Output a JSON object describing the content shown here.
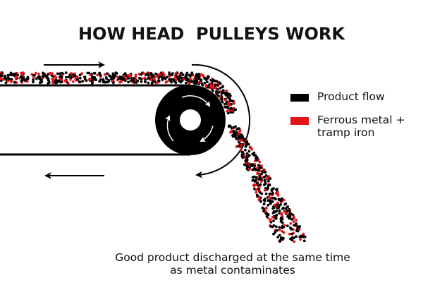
{
  "title": "HOW HEAD  PULLEYS WORK",
  "legend": [
    {
      "label": "Product flow",
      "color": "#000000"
    },
    {
      "label": "Ferrous metal +\ntramp iron",
      "color": "#e3141a"
    }
  ],
  "caption": {
    "line1": "Good product discharged at the same time",
    "line2": "as metal contaminates"
  },
  "colors": {
    "product": "#000000",
    "ferrous": "#e3141a",
    "belt": "#000000",
    "pulley": "#000000"
  },
  "particles": {
    "red_fraction": 0.28
  },
  "icons": {
    "belt_direction_top": "arrow-right-icon",
    "belt_direction_bottom": "arrow-left-icon",
    "pulley_rotation": "clockwise-rotation-icon",
    "discharge_direction": "curved-arrow-icon"
  }
}
